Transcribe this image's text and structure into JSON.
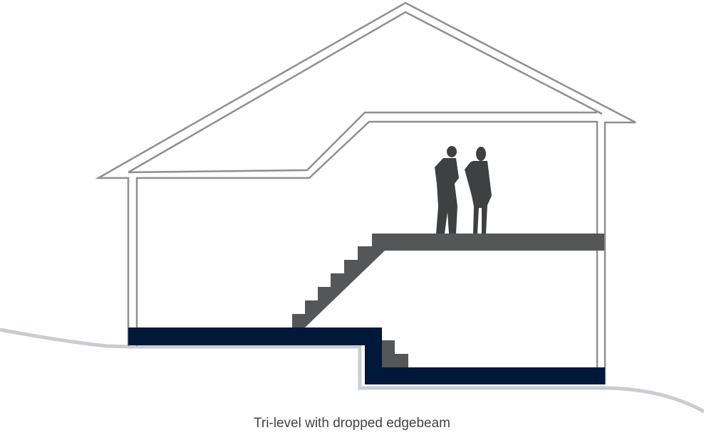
{
  "caption": "Tri-level with dropped edgebeam",
  "colors": {
    "outline": "#8f8f8f",
    "ground": "#c9ccd1",
    "upper_floor": "#555658",
    "slab": "#001839",
    "figures": "#3f4042",
    "background": "#ffffff"
  },
  "elements": {
    "house_outline": "house-outline",
    "ground_line": "ground-line",
    "upper_floor": "upper-floor",
    "stairs_upper": "stairs-upper",
    "stairs_lower": "stairs-lower",
    "foundation_slab": "foundation-slab-dropped-edgebeam",
    "people": "two-people-silhouettes"
  }
}
